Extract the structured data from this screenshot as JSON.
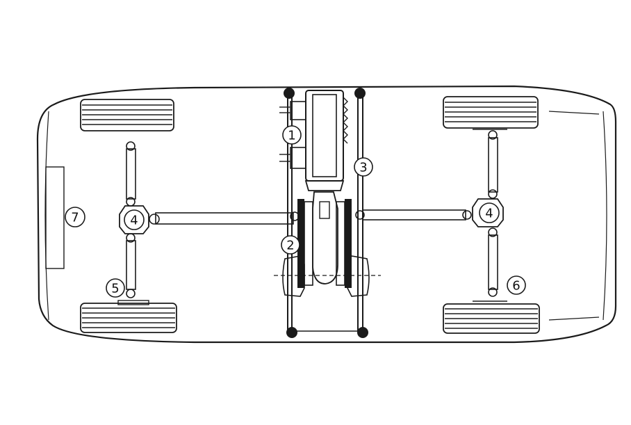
{
  "figure": {
    "colors": {
      "ink": "#1a1a1a",
      "paper": "#ffffff",
      "shade": "#e8e8e8"
    },
    "callouts": [
      {
        "id": "c1",
        "label": "1"
      },
      {
        "id": "c2",
        "label": "2"
      },
      {
        "id": "c3",
        "label": "3"
      },
      {
        "id": "c4a",
        "label": "4"
      },
      {
        "id": "c4b",
        "label": "4"
      },
      {
        "id": "c5",
        "label": "5"
      },
      {
        "id": "c6",
        "label": "6"
      },
      {
        "id": "c7",
        "label": "7"
      }
    ]
  }
}
